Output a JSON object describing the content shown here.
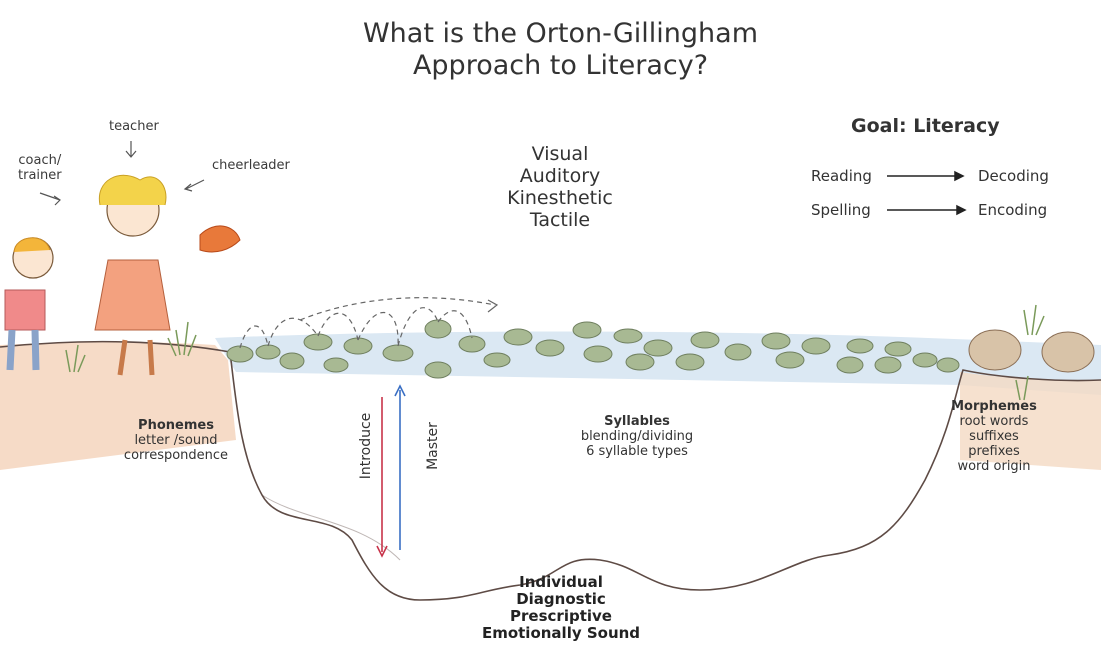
{
  "title": {
    "line1": "What is the Orton-Gillingham",
    "line2": "Approach to Literacy?"
  },
  "roles": {
    "teacher": "teacher",
    "coach": "coach/",
    "trainer": "trainer",
    "cheerleader": "cheerleader"
  },
  "senses": [
    "Visual",
    "Auditory",
    "Kinesthetic",
    "Tactile"
  ],
  "goal": {
    "title": "Goal: Literacy",
    "rows": [
      {
        "from": "Reading",
        "to": "Decoding"
      },
      {
        "from": "Spelling",
        "to": "Encoding"
      }
    ]
  },
  "phonemes": {
    "heading": "Phonemes",
    "lines": [
      "letter /sound",
      "correspondence"
    ]
  },
  "syllables": {
    "heading": "Syllables",
    "lines": [
      "blending/dividing",
      "6 syllable types"
    ]
  },
  "morphemes": {
    "heading": "Morphemes",
    "lines": [
      "root words",
      "suffixes",
      "prefixes",
      "word origin"
    ]
  },
  "arrows": {
    "introduce": "Introduce",
    "master": "Master",
    "introduce_color": "#c8334a",
    "master_color": "#3a6fc4"
  },
  "bottom": [
    "Individual",
    "Diagnostic",
    "Prescriptive",
    "Emotionally Sound"
  ],
  "colors": {
    "water": "#dde9f4",
    "ground": "#f2c9a8",
    "stone": "#9aab84",
    "outline": "#5a4a44"
  }
}
